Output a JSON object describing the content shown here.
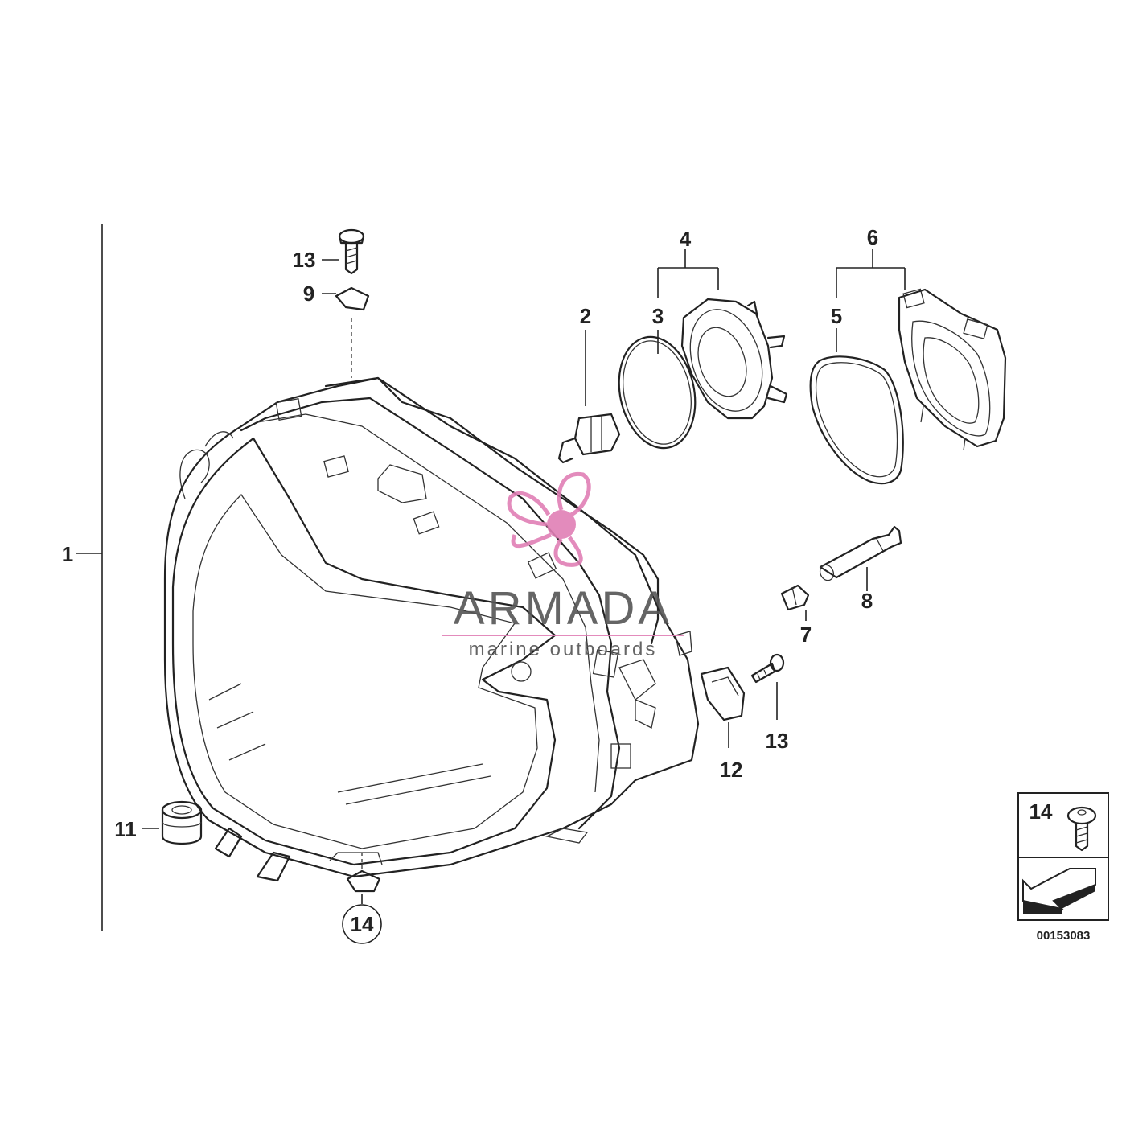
{
  "callouts": {
    "c1": "1",
    "c2": "2",
    "c3": "3",
    "c4": "4",
    "c5": "5",
    "c6": "6",
    "c7": "7",
    "c8": "8",
    "c9": "9",
    "c11": "11",
    "c12": "12",
    "c13_top": "13",
    "c13_right": "13",
    "c14_circled": "14",
    "c14_legend": "14"
  },
  "figure_number": "00153083",
  "watermark": {
    "brand": "ARMADA",
    "tagline": "marine outboards",
    "color": "#e07fb5",
    "text_color": "#555555",
    "icon": "propeller-icon"
  },
  "legend_icons": [
    "screw-icon",
    "arrow-icon"
  ]
}
